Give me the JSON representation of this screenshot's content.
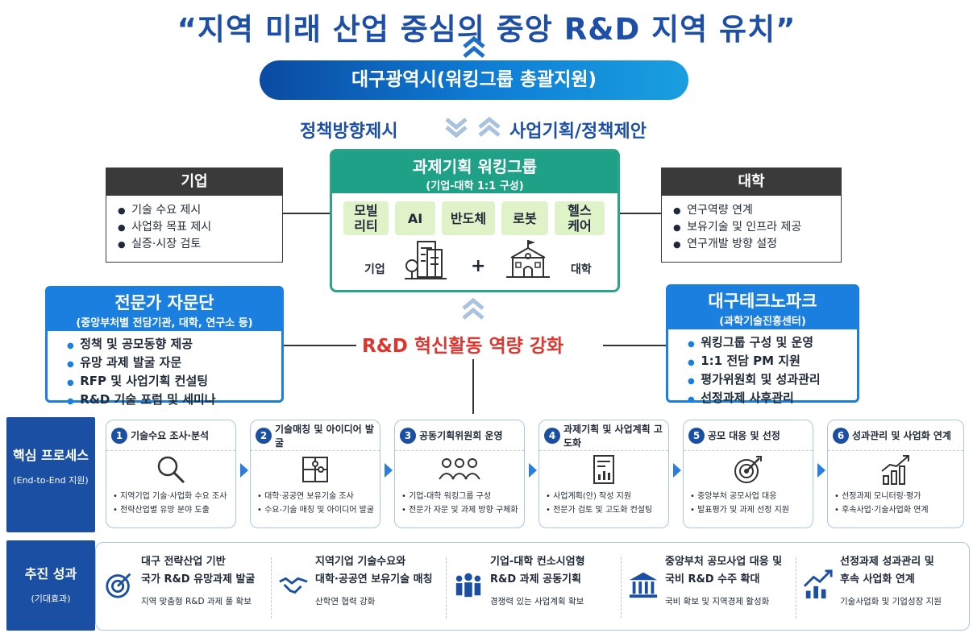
{
  "title": "“지역 미래 산업 중심의 중앙 R&D 지역 유치”",
  "lead": {
    "label": "대구광역시(워킹그룹 총괄지원)"
  },
  "policy": {
    "left": "정책방향제시",
    "right": "사업기획/정책제안"
  },
  "working_group": {
    "title": "과제기획 워킹그룹",
    "subtitle": "(기업-대학 1:1 구성)",
    "fields": [
      "모빌\n리티",
      "AI",
      "반도체",
      "로봇",
      "헬스\n케어"
    ],
    "company_label": "기업",
    "plus": "+",
    "university_label": "대학"
  },
  "company_box": {
    "title": "기업",
    "items": [
      "기술 수요 제시",
      "사업화 목표 제시",
      "실증·시장 검토"
    ]
  },
  "university_box": {
    "title": "대학",
    "items": [
      "연구역량 연계",
      "보유기술 및 인프라 제공",
      "연구개발 방향 설정"
    ]
  },
  "expert_box": {
    "title": "전문가 자문단",
    "subtitle": "(중앙부처별 전담기관, 대학, 연구소 등)",
    "items": [
      "정책 및 공모동향 제공",
      "유망 과제 발굴 자문",
      "RFP 및 사업기획 컨설팅",
      "R&D 기술 포럼 및 세미나"
    ]
  },
  "technopark_box": {
    "title": "대구테크노파크",
    "subtitle": "(과학기술진흥센터)",
    "items": [
      "워킹그룹 구성 및 운영",
      "1:1 전담 PM 지원",
      "평가위원회 및 성과관리",
      "선정과제 사후관리"
    ]
  },
  "rnd_label": "R&D 혁신활동 역량 강화",
  "process": {
    "label": "핵심 프로세스",
    "sublabel": "(End-to-End 지원)",
    "steps": [
      {
        "num": "1",
        "title": "기술수요 조사·분석",
        "icon": "magnifier-icon",
        "items": [
          "지역기업 기술·사업화 수요 조사",
          "전략산업별 유망 분야 도출"
        ]
      },
      {
        "num": "2",
        "title": "기술매칭 및 아이디어 발굴",
        "icon": "puzzle-icon",
        "items": [
          "대학·공공연 보유기술 조사",
          "수요-기술 매칭 및 아이디어 발굴"
        ]
      },
      {
        "num": "3",
        "title": "공동기획위원회 운영",
        "icon": "people-icon",
        "items": [
          "기업-대학 워킹그룹 구성",
          "전문가 자문 및 과제 방향 구체화"
        ]
      },
      {
        "num": "4",
        "title": "과제기획 및 사업계획 고도화",
        "icon": "document-chart-icon",
        "items": [
          "사업계획(안) 작성 지원",
          "전문가 검토 및 고도화 컨설팅"
        ]
      },
      {
        "num": "5",
        "title": "공모 대응 및 선정",
        "icon": "target-icon",
        "items": [
          "중앙부처 공모사업 대응",
          "발표평가 및 과제 선정 지원"
        ]
      },
      {
        "num": "6",
        "title": "성과관리 및 사업화 연계",
        "icon": "growth-chart-icon",
        "items": [
          "선정과제 모니터링·평가",
          "후속사업·기술사업화 연계"
        ]
      }
    ]
  },
  "results": {
    "label": "추진 성과",
    "sublabel": "(기대효과)",
    "items": [
      {
        "icon": "target-icon",
        "line1": "대구 전략산업 기반",
        "line2": "국가 R&D 유망과제 발굴",
        "desc": "지역 맞춤형 R&D 과제 풀 확보"
      },
      {
        "icon": "handshake-icon",
        "line1": "지역기업 기술수요와",
        "line2": "대학·공공연 보유기술 매칭",
        "desc": "산학연 협력 강화"
      },
      {
        "icon": "team-icon",
        "line1": "기업-대학 컨소시엄형",
        "line2": "R&D 과제 공동기획",
        "desc": "경쟁력 있는 사업계획 확보"
      },
      {
        "icon": "government-icon",
        "line1": "중앙부처 공모사업 대응 및",
        "line2": "국비 R&D 수주 확대",
        "desc": "국비 확보 및 지역경제 활성화"
      },
      {
        "icon": "growth-icon",
        "line1": "선정과제 성과관리 및",
        "line2": "후속 사업화 연계",
        "desc": "기술사업화 및 기업성장 지원"
      }
    ]
  },
  "colors": {
    "navy": "#1b4fa3",
    "blue": "#1b7fe0",
    "teal": "#1fa187",
    "red": "#e0342e",
    "chip": "#dff2c8"
  }
}
